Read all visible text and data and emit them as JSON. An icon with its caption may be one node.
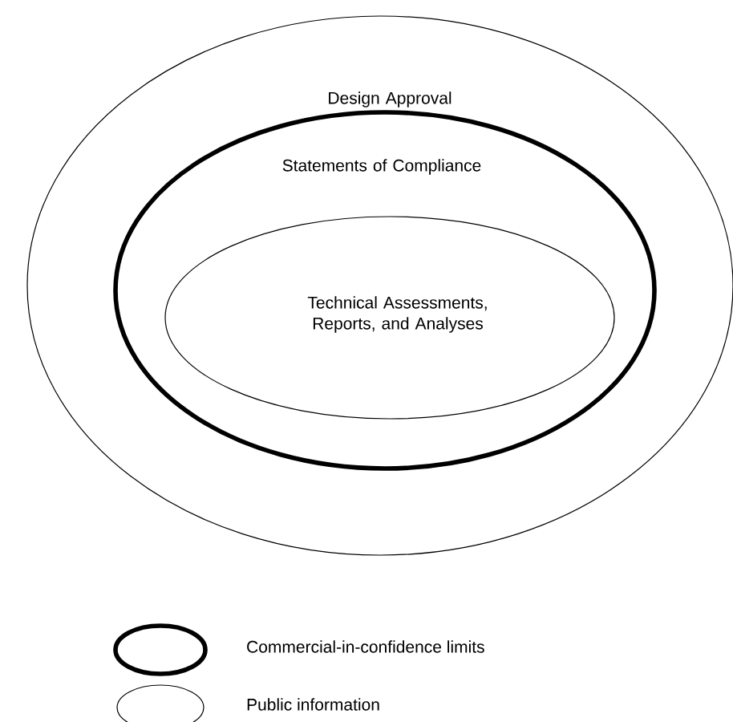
{
  "diagram": {
    "nodes": [
      {
        "text": [
          "Design Approval"
        ]
      },
      {
        "text": [
          "Statements of Compliance"
        ],
        "in": 0
      },
      {
        "text": [
          "Technical Assessments, Reports, and Analyses"
        ],
        "in": 1
      }
    ],
    "edges": [],
    "legend": [
      {
        "text": "Commercial-in-confidence limits"
      },
      {
        "text": "Public information"
      }
    ]
  }
}
